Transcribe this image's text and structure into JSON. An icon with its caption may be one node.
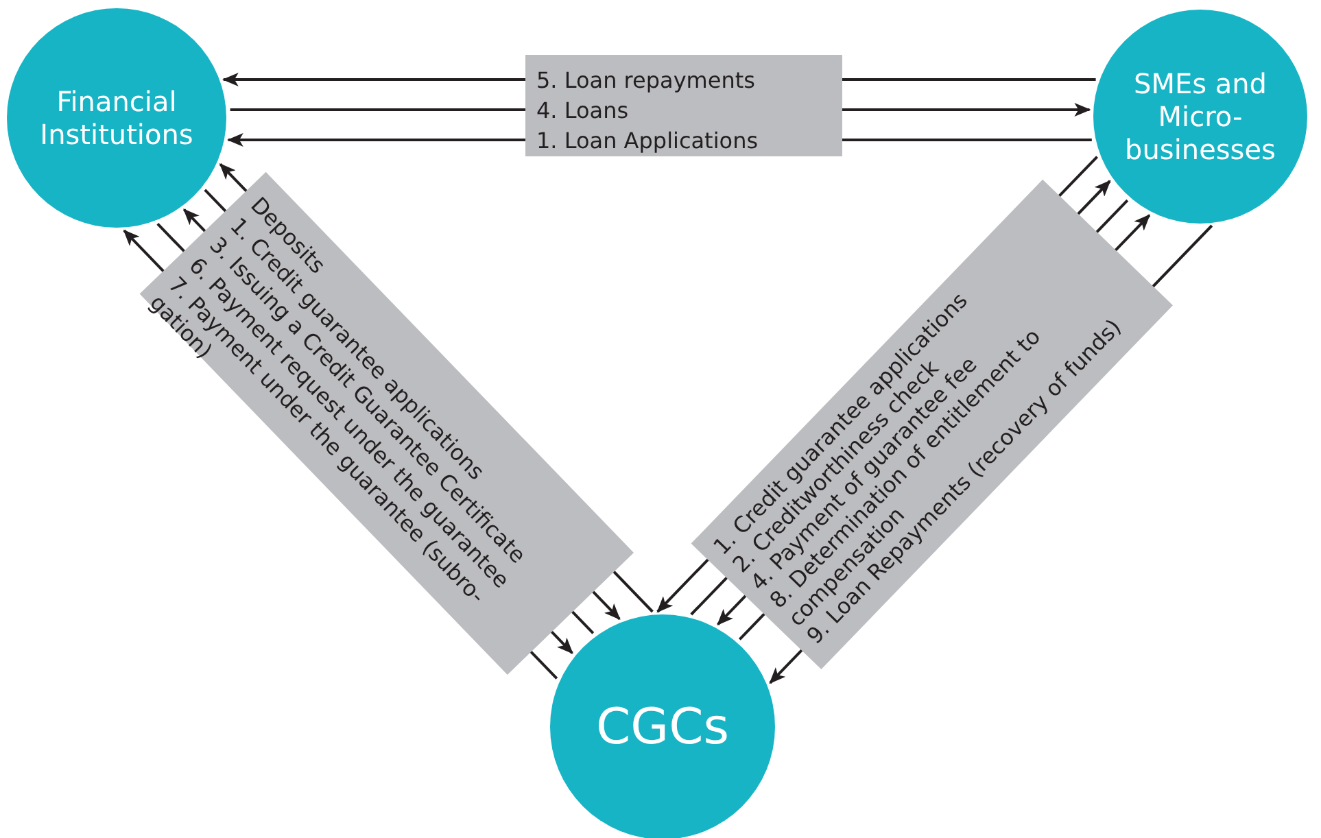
{
  "diagram": {
    "nodes": [
      {
        "text": [
          "Financial Institutions"
        ]
      },
      {
        "text": [
          "SMEs and Micro- businesses"
        ]
      },
      {
        "text": [
          "CGCs"
        ]
      }
    ],
    "edges": [
      {
        "from": 1,
        "to": 0,
        "arrow": "to",
        "label": "5. Loan repayments"
      },
      {
        "from": 0,
        "to": 1,
        "arrow": "to",
        "label": "4. Loans"
      },
      {
        "from": 1,
        "to": 0,
        "arrow": "to",
        "label": "1. Loan Applications"
      },
      {
        "from": 2,
        "to": 0,
        "arrow": "to",
        "label": "Deposits"
      },
      {
        "from": 0,
        "to": 2,
        "arrow": "to",
        "label": "1. Credit guarantee applications"
      },
      {
        "from": 2,
        "to": 0,
        "arrow": "to",
        "label": "3. Issuing a Credit Guarantee Certificate"
      },
      {
        "from": 0,
        "to": 2,
        "arrow": "to",
        "label": "6. Payment request under the guarantee"
      },
      {
        "from": 2,
        "to": 0,
        "arrow": "to",
        "label": "7. Payment under the guarantee (subro- gation)"
      },
      {
        "from": 1,
        "to": 2,
        "arrow": "to",
        "label": "1. Credit guarantee applications"
      },
      {
        "from": 2,
        "to": 1,
        "arrow": "to",
        "label": "2. Creditworthiness check"
      },
      {
        "from": 1,
        "to": 2,
        "arrow": "to",
        "label": "4. Payment of guarantee fee"
      },
      {
        "from": 2,
        "to": 1,
        "arrow": "to",
        "label": "8. Determination of entitlement to compensation"
      },
      {
        "from": 1,
        "to": 2,
        "arrow": "to",
        "label": "9. Loan Repayments (recovery of funds)"
      }
    ]
  }
}
